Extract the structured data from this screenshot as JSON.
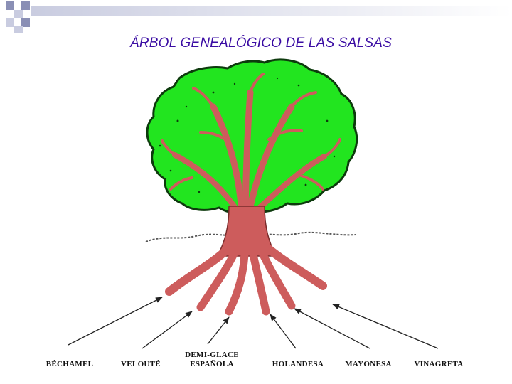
{
  "title": "ÁRBOL GENEALÓGICO DE LAS SALSAS",
  "colors": {
    "title": "#3a0ca3",
    "foliage": "#22e51f",
    "foliage_edge": "#0d3a0d",
    "trunk": "#cd5c5c",
    "trunk_edge": "#7a2b2b",
    "arrow": "#222222",
    "label": "#111111",
    "deco_dark": "#8a8fb5",
    "deco_light": "#c9cce0"
  },
  "sauces": [
    {
      "id": "bechamel",
      "label": "BÉCHAMEL"
    },
    {
      "id": "veloute",
      "label": "VELOUTÉ"
    },
    {
      "id": "demi-glace",
      "label": "DEMI-GLACE",
      "sublabel": "ESPAÑOLA"
    },
    {
      "id": "holandesa",
      "label": "HOLANDESA"
    },
    {
      "id": "mayonesa",
      "label": "MAYONESA"
    },
    {
      "id": "vinagreta",
      "label": "VINAGRETA"
    }
  ]
}
